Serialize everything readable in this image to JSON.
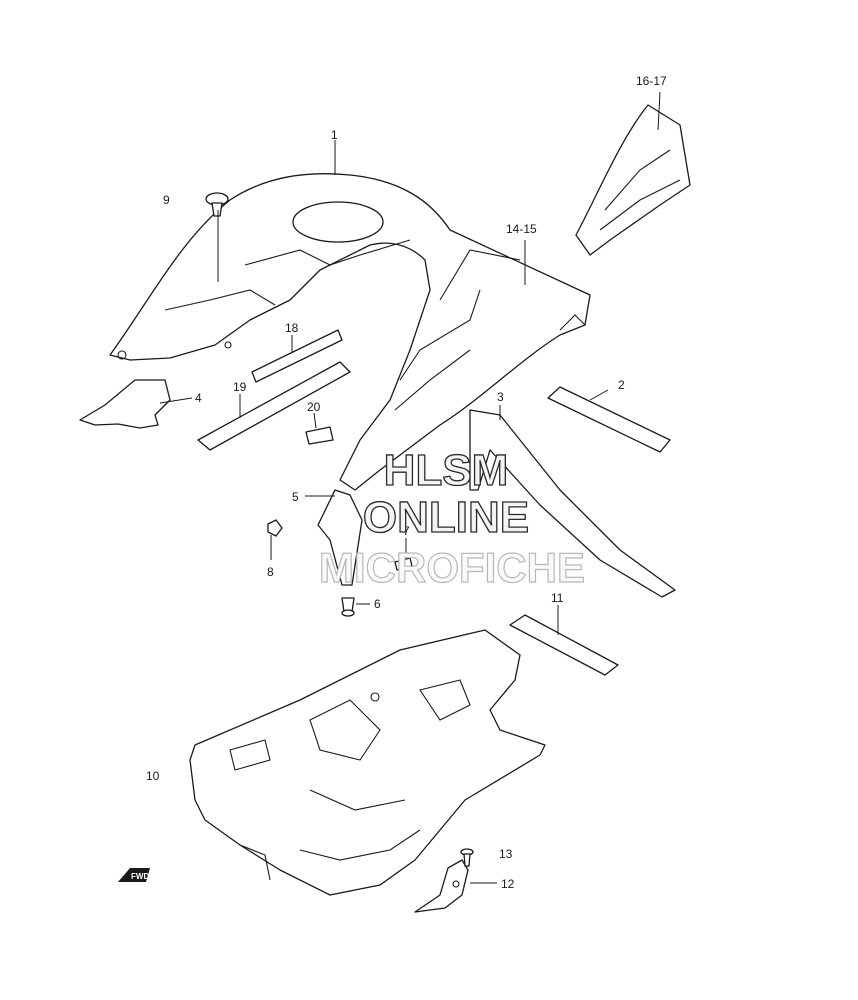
{
  "diagram": {
    "callouts": [
      {
        "id": "c1",
        "text": "1"
      },
      {
        "id": "c2",
        "text": "2"
      },
      {
        "id": "c3",
        "text": "3"
      },
      {
        "id": "c4",
        "text": "4"
      },
      {
        "id": "c5",
        "text": "5"
      },
      {
        "id": "c6",
        "text": "6"
      },
      {
        "id": "c7",
        "text": "7"
      },
      {
        "id": "c8",
        "text": "8"
      },
      {
        "id": "c9",
        "text": "9"
      },
      {
        "id": "c10",
        "text": "10"
      },
      {
        "id": "c11",
        "text": "11"
      },
      {
        "id": "c12",
        "text": "12"
      },
      {
        "id": "c13",
        "text": "13"
      },
      {
        "id": "c1415",
        "text": "14-15"
      },
      {
        "id": "c1617",
        "text": "16-17"
      },
      {
        "id": "c18",
        "text": "18"
      },
      {
        "id": "c19",
        "text": "19"
      },
      {
        "id": "c20",
        "text": "20"
      }
    ],
    "fwd_label": "FWD"
  },
  "watermark": {
    "line1": "HLSM",
    "line2": "ONLINE",
    "line3": "MICROFICHE"
  },
  "colors": {
    "ink": "#1a1a1a",
    "background": "#ffffff"
  }
}
